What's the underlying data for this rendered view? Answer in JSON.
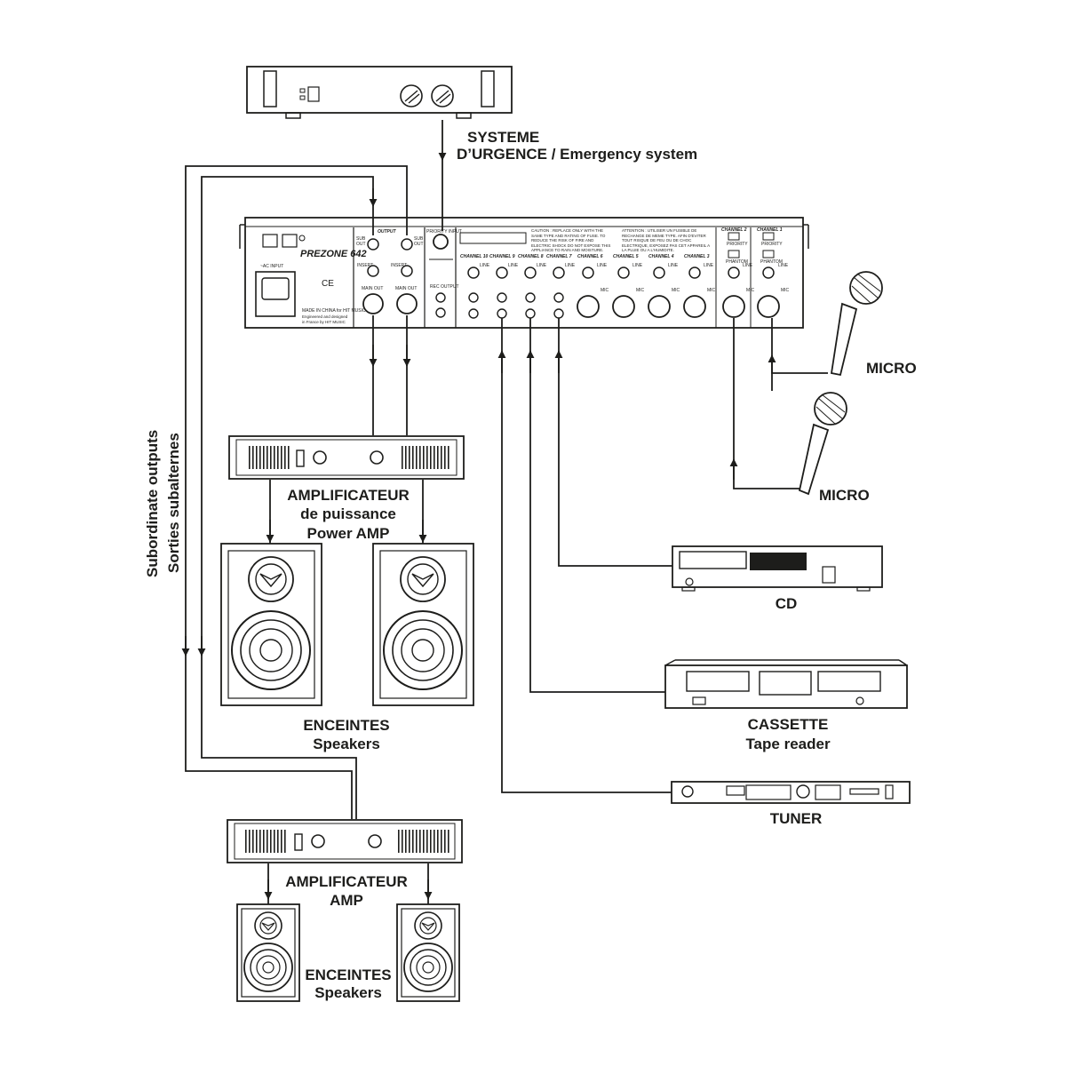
{
  "labels": {
    "emergency_line1": "SYSTEME",
    "emergency_line2": "D’URGENCE / Emergency system",
    "micro_top": "MICRO",
    "micro_bottom": "MICRO",
    "amp1_line1": "AMPLIFICATEUR",
    "amp1_line2": "de puissance",
    "amp1_line3": "Power AMP",
    "speakers1_line1": "ENCEINTES",
    "speakers1_line2": "Speakers",
    "amp2_line1": "AMPLIFICATEUR",
    "amp2_line2": "AMP",
    "speakers2_line1": "ENCEINTES",
    "speakers2_line2": "Speakers",
    "cd": "CD",
    "cassette_line1": "CASSETTE",
    "cassette_line2": "Tape reader",
    "tuner": "TUNER",
    "subordinate_en": "Subordinate outputs",
    "subordinate_fr": "Sorties subalternes"
  },
  "mixer": {
    "brand": "PREZONE 642",
    "output": "OUTPUT",
    "priority_input": "PRIORITY INPUT",
    "rec_output": "REC OUTPUT",
    "insert_left": "INSERT",
    "insert_right": "INSERT",
    "main_out_left": "MAIN OUT",
    "main_out_right": "MAIN OUT",
    "sub_out_left": "SUB OUT",
    "sub_out_right": "SUB OUT",
    "ac_input": "~AC INPUT",
    "made_in": "MADE IN CHINA for HIT MUSIC",
    "engineered": "Engineered and designed in France by HIT MUSIC",
    "ce": "CE",
    "caution_en": "CAUTION : REPLACE ONLY WITH THE SAME TYPE AND RATING OF FUSE. TO REDUCE THE RISK OF FIRE AND ELECTRIC SHOCK DO NOT EXPOSE THIS APPLIANCE TO RAIN AND MOISTURE.",
    "caution_fr": "ATTENTION : UTILISER UN FUSIBLE DE RECHANGE DE MEME TYPE. AFIN D'EVITER TOUT RISQUE DE FEU OU DE CHOC ELECTRIQUE, EXPOSEZ PAS CET APPAREIL A LA PLUIE OU A L'HUMIDITE.",
    "channels": [
      "CHANNEL 10",
      "CHANNEL 9",
      "CHANNEL 8",
      "CHANNEL 7",
      "CHANNEL 6",
      "CHANNEL 5",
      "CHANNEL 4",
      "CHANNEL 3",
      "CHANNEL 2",
      "CHANNEL 1"
    ],
    "line": "LINE",
    "mic": "MIC",
    "priority": "PRIORITY",
    "phantom": "PHANTOM"
  }
}
